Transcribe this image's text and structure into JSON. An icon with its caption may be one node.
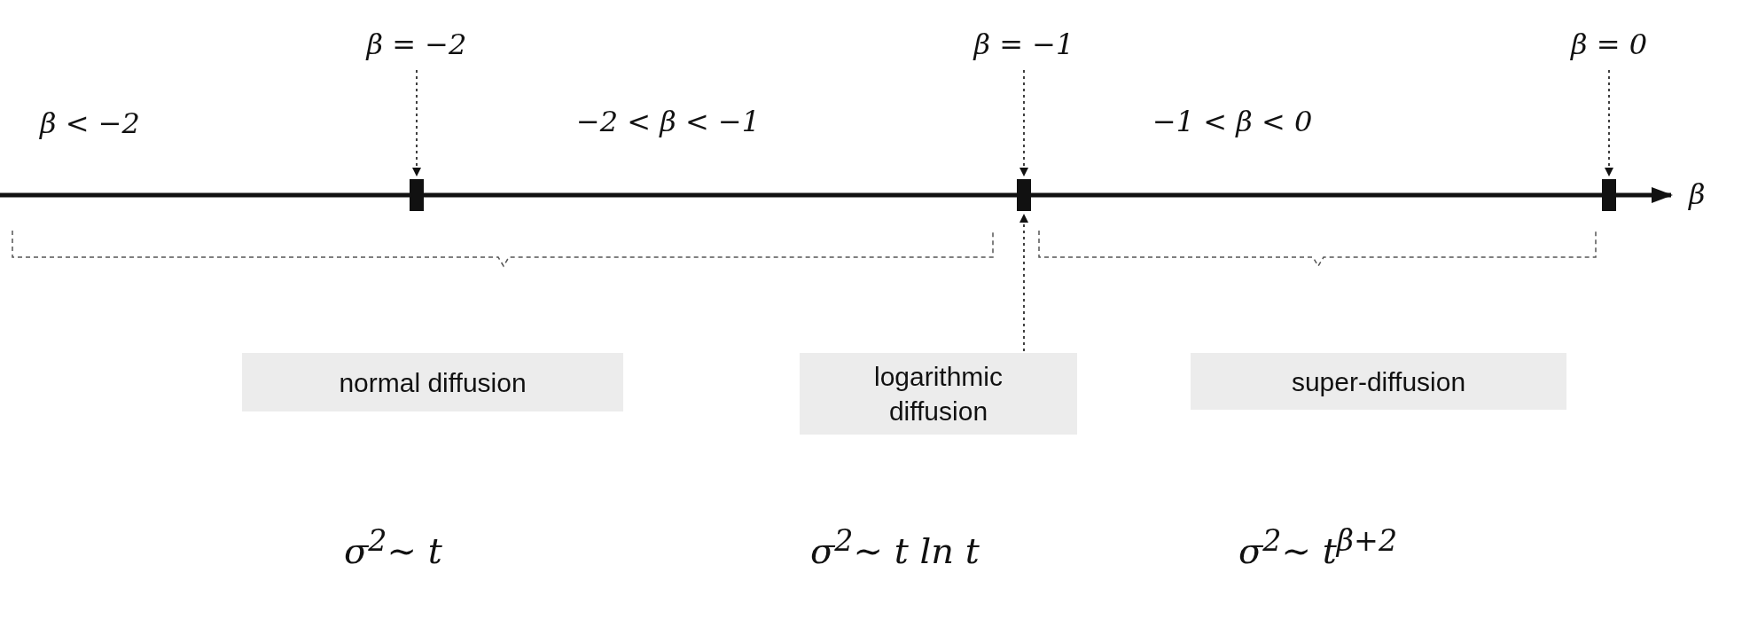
{
  "diagram": {
    "nodes": [
      {
        "text": [
          "β = −2"
        ]
      },
      {
        "text": [
          "β = −1"
        ]
      },
      {
        "text": [
          "β = 0"
        ]
      },
      {
        "text": [],
        "shape": "bar"
      },
      {
        "text": [],
        "shape": "bar"
      },
      {
        "text": [],
        "shape": "bar"
      },
      {
        "text": [
          "normal diffusion"
        ]
      },
      {
        "text": [
          "logarithmic diffusion"
        ]
      },
      {
        "text": [
          "super-diffusion"
        ]
      }
    ],
    "edges": [
      {
        "from": 0,
        "to": 3,
        "arrow": "to",
        "style": "dashed"
      },
      {
        "from": 1,
        "to": 4,
        "arrow": "to",
        "style": "dashed"
      },
      {
        "from": 2,
        "to": 5,
        "arrow": "to",
        "style": "dashed"
      },
      {
        "from": 7,
        "to": 4,
        "arrow": "to",
        "style": "dashed"
      }
    ],
    "labels": [
      "β < −2",
      "−2 < β < −1",
      "−1 < β < 0",
      "β",
      "σ$^{2}$∼ t",
      "σ$^{2}$∼ t ln t",
      "σ$^{2}$∼ t$^{β+2}$"
    ]
  }
}
